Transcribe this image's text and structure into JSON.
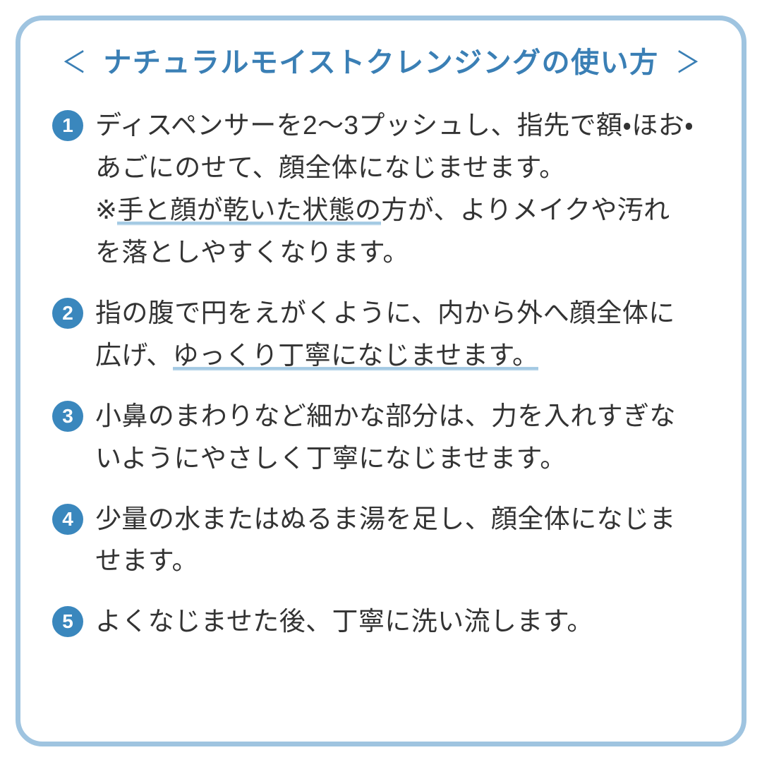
{
  "frame": {
    "border_color": "#9fc4e0",
    "background": "#ffffff"
  },
  "header": {
    "bracket_left": "＜",
    "bracket_right": "＞",
    "title": "ナチュラルモイストクレンジングの使い方",
    "title_color": "#3a7fb5"
  },
  "colors": {
    "badge_blue": "#3a87bd",
    "title_blue": "#3a7fb5",
    "underline_blue": "#a8cce4",
    "body_text": "#333333",
    "frame_blue": "#9fc4e0"
  },
  "steps": [
    {
      "number": "1",
      "lines": [
        {
          "text": "ディスペンサーを2〜3プッシュし、指先で額・ほお・",
          "underline": false
        },
        {
          "text": "あごにのせて、顔全体になじませます。",
          "underline": false
        }
      ],
      "note_lines": [
        {
          "prefix": "※",
          "marked": "手と顔が乾いた状態の",
          "suffix": "方が、よりメイクや汚れ"
        },
        {
          "prefix": "",
          "marked": "",
          "suffix": "を落としやすくなります。"
        }
      ]
    },
    {
      "number": "2",
      "lines": [
        {
          "text": "指の腹で円をえがくように、内から外へ顔全体に",
          "underline": false
        }
      ],
      "note_lines": [
        {
          "prefix": "広げ、",
          "marked": "ゆっくり丁寧になじませます。",
          "suffix": ""
        }
      ]
    },
    {
      "number": "3",
      "lines": [
        {
          "text": "小鼻のまわりなど細かな部分は、力を入れすぎな",
          "underline": false
        },
        {
          "text": "いようにやさしく丁寧になじませます。",
          "underline": false
        }
      ],
      "note_lines": []
    },
    {
      "number": "4",
      "lines": [
        {
          "text": "少量の水またはぬるま湯を足し、顔全体になじま",
          "underline": false
        },
        {
          "text": "せます。",
          "underline": false
        }
      ],
      "note_lines": []
    },
    {
      "number": "5",
      "lines": [
        {
          "text": "よくなじませた後、丁寧に洗い流します。",
          "underline": false
        }
      ],
      "note_lines": []
    }
  ]
}
